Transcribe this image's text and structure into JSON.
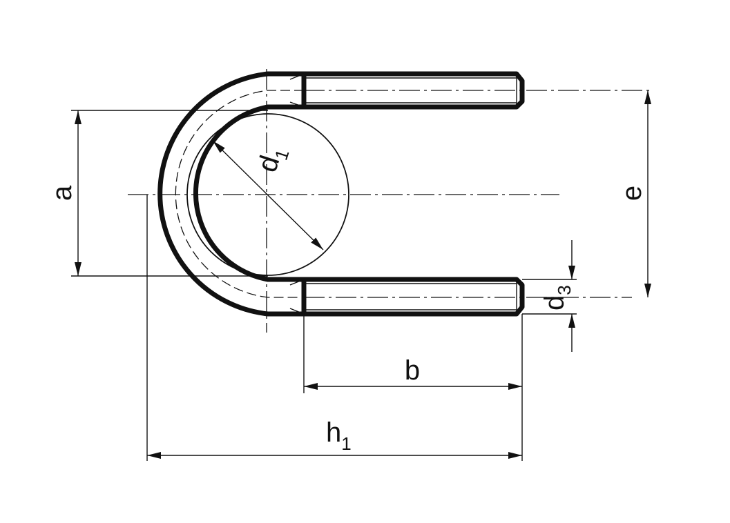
{
  "labels": {
    "a": "a",
    "e": "e",
    "b": "b",
    "d1_base": "d",
    "d1_sub": "1",
    "d3_base": "d",
    "d3_sub": "3",
    "h1_base": "h",
    "h1_sub": "1"
  },
  "colors": {
    "line": "#111111",
    "background": "#ffffff"
  }
}
